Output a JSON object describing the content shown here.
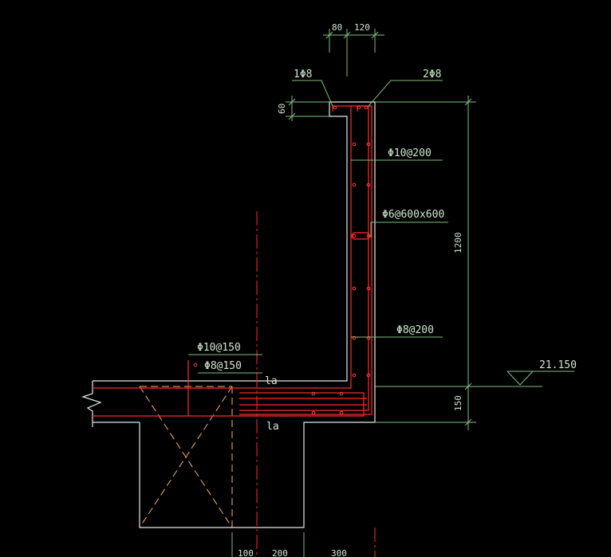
{
  "dimensions": {
    "top_left": "80",
    "top_right": "120",
    "left_60": "60",
    "height_1200": "1200",
    "height_150": "150",
    "bottom_100": "100",
    "bottom_200": "200",
    "bottom_300": "300"
  },
  "rebar": {
    "top_left_bar": "1Φ8",
    "top_right_bars": "2Φ8",
    "vertical_main": "Φ10@200",
    "ties": "Φ6@600x600",
    "horizontal_dist": "Φ8@200",
    "slab_top": "Φ10@150",
    "slab_dist": "Φ8@150"
  },
  "anchorage": {
    "top": "la",
    "bottom": "la"
  },
  "elevation": "21.150",
  "colors": {
    "background": "#000000",
    "concrete_outline": "#e8e8e8",
    "rebar": "#ff2a2a",
    "dimension": "#7fbf7f",
    "text": "#cfe8cf"
  }
}
